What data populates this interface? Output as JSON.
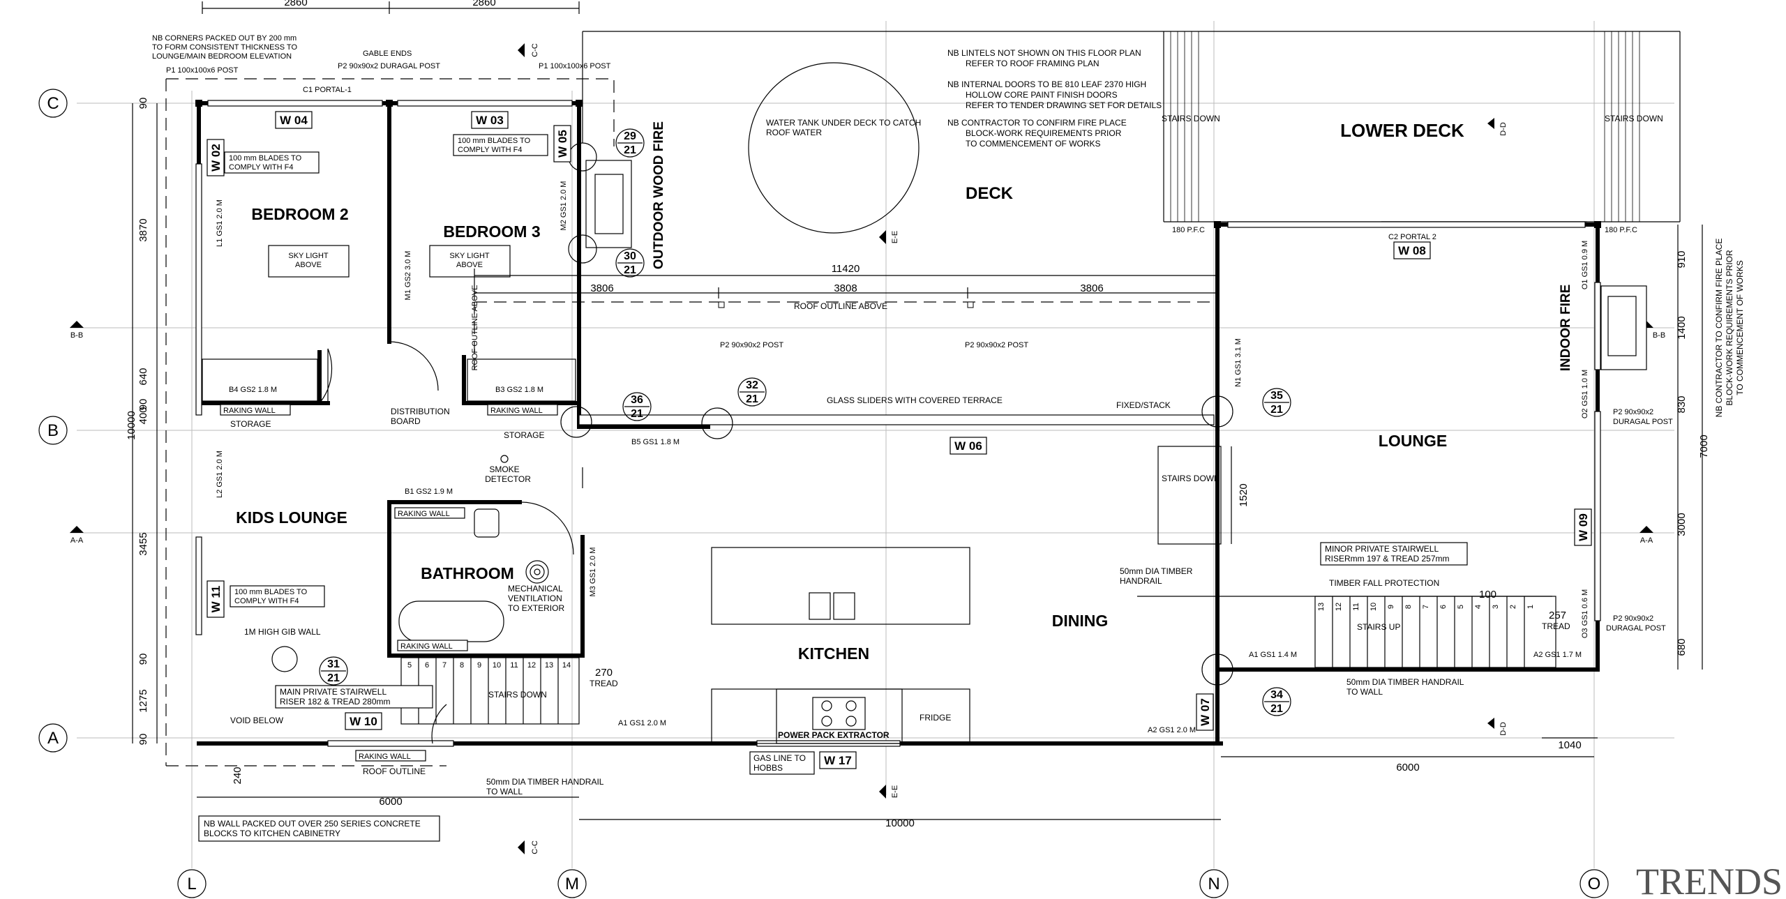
{
  "watermark": "TRENDS",
  "grid": {
    "L": "L",
    "M": "M",
    "N": "N",
    "O": "O",
    "A": "A",
    "B": "B",
    "C": "C"
  },
  "sections": {
    "cc": "C-C",
    "ee": "E-E",
    "dd": "D-D",
    "bb": "B-B",
    "aa": "A-A"
  },
  "rooms": {
    "bedroom2": "BEDROOM 2",
    "bedroom3": "BEDROOM 3",
    "kids_lounge": "KIDS LOUNGE",
    "bathroom": "BATHROOM",
    "kitchen": "KITCHEN",
    "dining": "DINING",
    "lounge": "LOUNGE",
    "deck": "DECK",
    "lower_deck": "LOWER DECK",
    "outdoor_fire": "OUTDOOR WOOD FIRE",
    "indoor_fire": "INDOOR FIRE"
  },
  "notes": {
    "nb_corners": [
      "NB CORNERS PACKED OUT BY 200 mm",
      "TO FORM CONSISTENT THICKNESS TO",
      "LOUNGE/MAIN BEDROOM ELEVATION"
    ],
    "gable": "GABLE ENDS",
    "nb_lintels": [
      "NB  LINTELS NOT SHOWN ON THIS FLOOR PLAN",
      "REFER TO ROOF FRAMING PLAN"
    ],
    "nb_internal": [
      "NB  INTERNAL DOORS TO BE 810 LEAF 2370 HIGH",
      "HOLLOW CORE PAINT FINISH DOORS",
      "REFER TO TENDER DRAWING SET FOR DETAILS"
    ],
    "nb_contractor": [
      "NB  CONTRACTOR TO CONFIRM FIRE PLACE",
      "BLOCK-WORK REQUIREMENTS PRIOR",
      "TO COMMENCEMENT OF WORKS"
    ],
    "nb_contractor_vert": [
      "NB  CONTRACTOR TO CONFIRM FIRE PLACE",
      "BLOCK-WORK REQUIREMENTS PRIOR",
      "TO COMMENCEMENT OF WORKS"
    ],
    "water_tank": [
      "WATER TANK UNDER DECK TO CATCH",
      "ROOF WATER"
    ],
    "nb_wall": [
      "NB WALL PACKED OUT OVER 250 SERIES CONCRETE",
      "BLOCKS TO KITCHEN CABINETRY"
    ],
    "blades1": [
      "100 mm BLADES TO",
      "COMPLY WITH F4"
    ],
    "blades2": [
      "100 mm BLADES TO",
      "COMPLY WITH F4"
    ],
    "blades3": [
      "100 mm BLADES TO",
      "COMPLY WITH F4"
    ],
    "skylight1": [
      "SKY LIGHT",
      "ABOVE"
    ],
    "skylight2": [
      "SKY LIGHT",
      "ABOVE"
    ],
    "main_stair": [
      "MAIN PRIVATE STAIRWELL",
      "RISER 182 & TREAD 280mm"
    ],
    "minor_stair": [
      "MINOR PRIVATE STAIRWELL",
      "RISERmm 197 & TREAD 257mm"
    ],
    "handrail1": [
      "50mm DIA TIMBER HANDRAIL",
      "TO WALL"
    ],
    "handrail2": [
      "50mm DIA TIMBER",
      "HANDRAIL"
    ],
    "handrail3": [
      "50mm DIA TIMBER HANDRAIL",
      "TO WALL"
    ],
    "mech_vent": [
      "MECHANICAL",
      "VENTILATION",
      "TO EXTERIOR"
    ],
    "smoke": [
      "SMOKE",
      "DETECTOR"
    ],
    "dist_board": [
      "DISTRIBUTION",
      "BOARD"
    ],
    "gas_line": [
      "GAS LINE TO",
      "HOBBS"
    ],
    "roof_outline_above": "ROOF OUTLINE ABOVE",
    "roof_outline_vert": "ROOF OUTLINE ABOVE",
    "roof_outline": "ROOF OUTLINE",
    "glass_sliders": "GLASS SLIDERS WITH COVERED TERRACE",
    "fixed_stack": "FIXED/STACK",
    "stairs_down1": "STAIRS DOWN",
    "stairs_down2": "STAIRS DOWN",
    "stairs_down3": "STAIRS DOWN",
    "stairs_down4": "STAIRS DOWN",
    "stairs_up": "STAIRS UP",
    "timber_fall": "TIMBER FALL PROTECTION",
    "gib_wall": "1M HIGH GIB WALL",
    "void_below": "VOID BELOW",
    "storage1": "STORAGE",
    "storage2": "STORAGE",
    "raking": "RAKING WALL",
    "power_pack": "POWER PACK EXTRACTOR",
    "fridge": "FRIDGE",
    "pfc1": "180 P.F.C",
    "pfc2": "180 P.F.C"
  },
  "tags": {
    "p1a": "P1 100x100x6 POST",
    "p1b": "P1 100x100x6 POST",
    "p2_gable": "P2 90x90x2 DURAGAL POST",
    "c1": "C1 PORTAL-1",
    "c2": "C2 PORTAL 2",
    "p2a": "P2 90x90x2 POST",
    "p2b": "P2 90x90x2 POST",
    "p2c": [
      "P2 90x90x2",
      "DURAGAL POST"
    ],
    "p2d": [
      "P2 90x90x2",
      "DURAGAL POST"
    ],
    "b4": "B4 GS2 1.8 M",
    "b3": "B3 GS2 1.8 M",
    "b5": "B5 GS1 1.8 M",
    "b1": "B1 GS2 1.9 M",
    "a1": "A1 GS1 2.0 M",
    "a1b": "A1 GS1 1.4 M",
    "a2": "A2 GS1 2.0 M",
    "a2b": "A2 GS1 1.7 M",
    "l1": "L1 GS1 2.0 M",
    "l2": "L2 GS1 2.0 M",
    "m1": "M1 GS2 3.0 M",
    "m2": "M2 GS1 2.0 M",
    "m3": "M3 GS1 2.0 M",
    "n1": "N1 GS1 3.1 M",
    "o1": "O1 GS1 0.9 M",
    "o2": "O2 GS1 1.0 M",
    "o3": "O3 GS1 0.6 M"
  },
  "windows": {
    "w04": "W 04",
    "w03": "W 03",
    "w02": "W 02",
    "w05": "W 05",
    "w06": "W 06",
    "w07": "W 07",
    "w08": "W 08",
    "w09": "W 09",
    "w10": "W 10",
    "w11": "W 11",
    "w17": "W 17"
  },
  "callouts": {
    "c29": [
      "29",
      "21"
    ],
    "c30": [
      "30",
      "21"
    ],
    "c36": [
      "36",
      "21"
    ],
    "c32": [
      "32",
      "21"
    ],
    "c35": [
      "35",
      "21"
    ],
    "c31": [
      "31",
      "21"
    ],
    "c34": [
      "34",
      "21"
    ]
  },
  "dims": {
    "top1": "2860",
    "top2": "2860",
    "d11420": "11420",
    "d3806a": "3806",
    "d3808": "3808",
    "d3806b": "3806",
    "d3870": "3870",
    "d640": "640",
    "d90a": "90",
    "d400": "400",
    "d3455": "3455",
    "d90b": "90",
    "d1275": "1275",
    "d90c": "90",
    "d90d": "90",
    "d10000v": "10000",
    "d240": "240",
    "d6000a": "6000",
    "d10000h": "10000",
    "d6000b": "6000",
    "d1040": "1040",
    "d910": "910",
    "d1400": "1400",
    "d830": "830",
    "d3000": "3000",
    "d680": "680",
    "d7000": "7000",
    "d1520": "1520",
    "d270": "270",
    "tread1": "TREAD",
    "d257": "257",
    "tread2": "TREAD",
    "d100": "100"
  },
  "stair_steps": {
    "main": [
      "5",
      "6",
      "7",
      "8",
      "9",
      "10",
      "11",
      "12",
      "13",
      "14"
    ],
    "minor": [
      "13",
      "12",
      "11",
      "10",
      "9",
      "8",
      "7",
      "6",
      "5",
      "4",
      "3",
      "2",
      "1"
    ]
  }
}
